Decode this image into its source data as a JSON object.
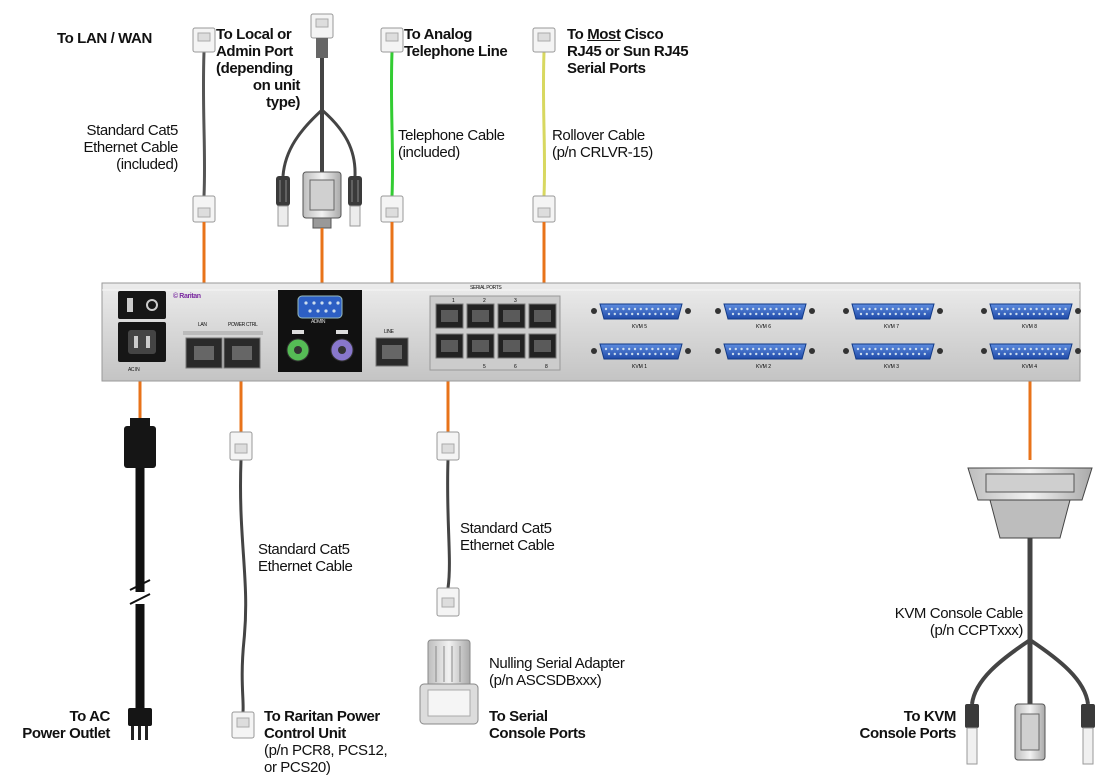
{
  "top_labels": {
    "lan_wan": "To LAN / WAN",
    "local_admin": [
      "To Local or",
      "Admin Port",
      "(depending",
      "on unit",
      "type)"
    ],
    "analog": [
      "To Analog",
      "Telephone Line"
    ],
    "cisco_prefix": "To ",
    "cisco_underlined": "Most",
    "cisco_rest": " Cisco",
    "cisco_line2": "RJ45 or Sun RJ45",
    "cisco_line3": "Serial Ports"
  },
  "cable_labels": {
    "cat5_top": [
      "Standard Cat5",
      "Ethernet Cable",
      "(included)"
    ],
    "telephone": [
      "Telephone Cable",
      "(included)"
    ],
    "rollover": [
      "Rollover Cable",
      "(p/n CRLVR-15)"
    ],
    "cat5_power": [
      "Standard Cat5",
      "Ethernet Cable"
    ],
    "cat5_serial": [
      "Standard Cat5",
      "Ethernet Cable"
    ],
    "nulling": [
      "Nulling Serial Adapter",
      "(p/n ASCSDBxxx)"
    ],
    "kvm_cable": [
      "KVM Console Cable",
      "(p/n CCPTxxx)"
    ]
  },
  "bottom_labels": {
    "ac": [
      "To AC",
      "Power Outlet"
    ],
    "raritan": [
      "To Raritan Power",
      "Control Unit"
    ],
    "raritan_pn": [
      "(p/n PCR8, PCS12,",
      "or PCS20)"
    ],
    "serial": [
      "To Serial",
      "Console Ports"
    ],
    "kvm": [
      "To KVM",
      "Console Ports"
    ]
  },
  "panel": {
    "brand": "© Raritan",
    "power_label": "AC IN",
    "lan_label": "LAN",
    "power_ctrl_label": "POWER CTRL",
    "admin_label": "ADMIN",
    "modem_label": "LINE",
    "serial_header": "SERIAL PORTS",
    "serial_top_nums": [
      "1",
      "2",
      "3"
    ],
    "serial_bottom_nums": [
      "5",
      "6",
      "8"
    ],
    "kvm_top": [
      "KVM 5",
      "KVM 6",
      "KVM 7",
      "KVM 8"
    ],
    "kvm_bottom": [
      "KVM 1",
      "KVM 2",
      "KVM 3",
      "KVM 4"
    ]
  },
  "colors": {
    "connector_line": "#e8731a",
    "telephone_cable": "#33cc33",
    "rollover_cable": "#d8d860",
    "panel": "#d9d9d9",
    "db25_blue": "#2d5fc4",
    "ps2_green": "#55bb55",
    "ps2_purple": "#8877cc"
  }
}
